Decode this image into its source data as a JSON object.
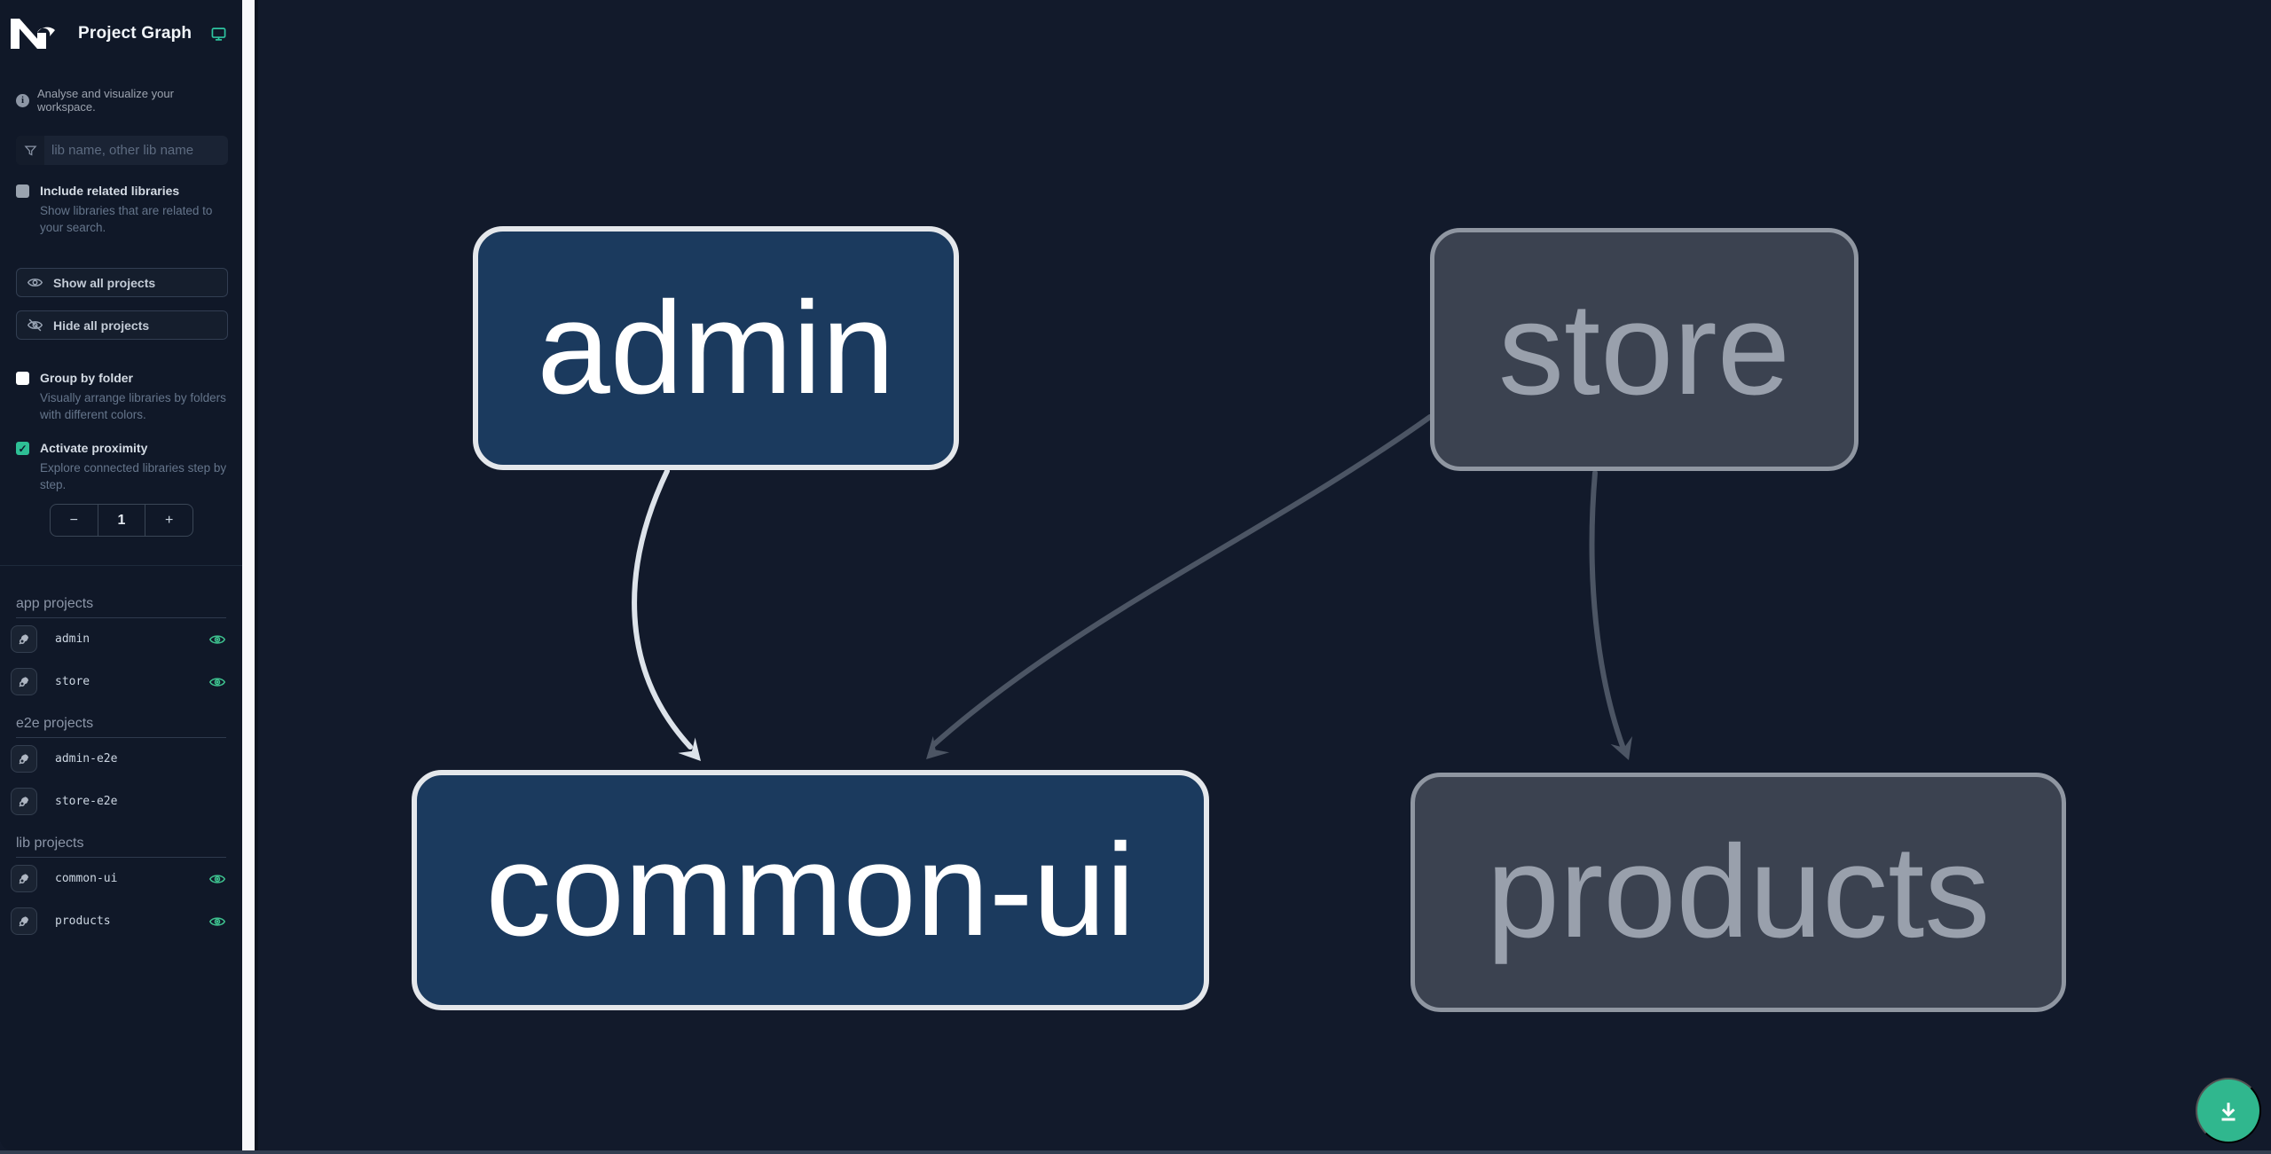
{
  "header": {
    "title": "Project Graph"
  },
  "intro": {
    "text": "Analyse and visualize your workspace."
  },
  "search": {
    "placeholder": "lib name, other lib name",
    "value": ""
  },
  "options": {
    "include_related": {
      "label": "Include related libraries",
      "description": "Show libraries that are related to your search.",
      "checked": false,
      "style": "muted"
    },
    "show_all_label": "Show all projects",
    "hide_all_label": "Hide all projects",
    "group_by_folder": {
      "label": "Group by folder",
      "description": "Visually arrange libraries by folders with different colors.",
      "checked": false,
      "style": "white"
    },
    "activate_proximity": {
      "label": "Activate proximity",
      "description": "Explore connected libraries step by step.",
      "checked": true
    },
    "proximity": {
      "decrement": "−",
      "value": "1",
      "increment": "+"
    }
  },
  "sections": [
    {
      "title": "app projects",
      "projects": [
        {
          "name": "admin",
          "visible": true
        },
        {
          "name": "store",
          "visible": true
        }
      ]
    },
    {
      "title": "e2e projects",
      "projects": [
        {
          "name": "admin-e2e",
          "visible": false
        },
        {
          "name": "store-e2e",
          "visible": false
        }
      ]
    },
    {
      "title": "lib projects",
      "projects": [
        {
          "name": "common-ui",
          "visible": true
        },
        {
          "name": "products",
          "visible": true
        }
      ]
    }
  ],
  "graph": {
    "nodes": [
      {
        "id": "admin",
        "label": "admin",
        "state": "focused"
      },
      {
        "id": "store",
        "label": "store",
        "state": "dimmed"
      },
      {
        "id": "common-ui",
        "label": "common-ui",
        "state": "focused"
      },
      {
        "id": "products",
        "label": "products",
        "state": "dimmed"
      }
    ],
    "edges": [
      {
        "from": "admin",
        "to": "common-ui",
        "state": "focused"
      },
      {
        "from": "store",
        "to": "common-ui",
        "state": "dimmed"
      },
      {
        "from": "store",
        "to": "products",
        "state": "dimmed"
      }
    ]
  },
  "colors": {
    "accent": "#2ebf95",
    "focused_fill": "#1b3a5e",
    "focused_border": "#e4e7eb",
    "focused_text": "#ffffff",
    "dimmed_fill": "#3b4250",
    "dimmed_border": "#8f96a1",
    "dimmed_text": "#99a0ac",
    "edge_focused": "#dde3ea",
    "edge_dimmed": "#4c5564",
    "fab_bg": "#30b78e",
    "sidebar_bg": "#101828",
    "canvas_bg": "#121a2b"
  }
}
